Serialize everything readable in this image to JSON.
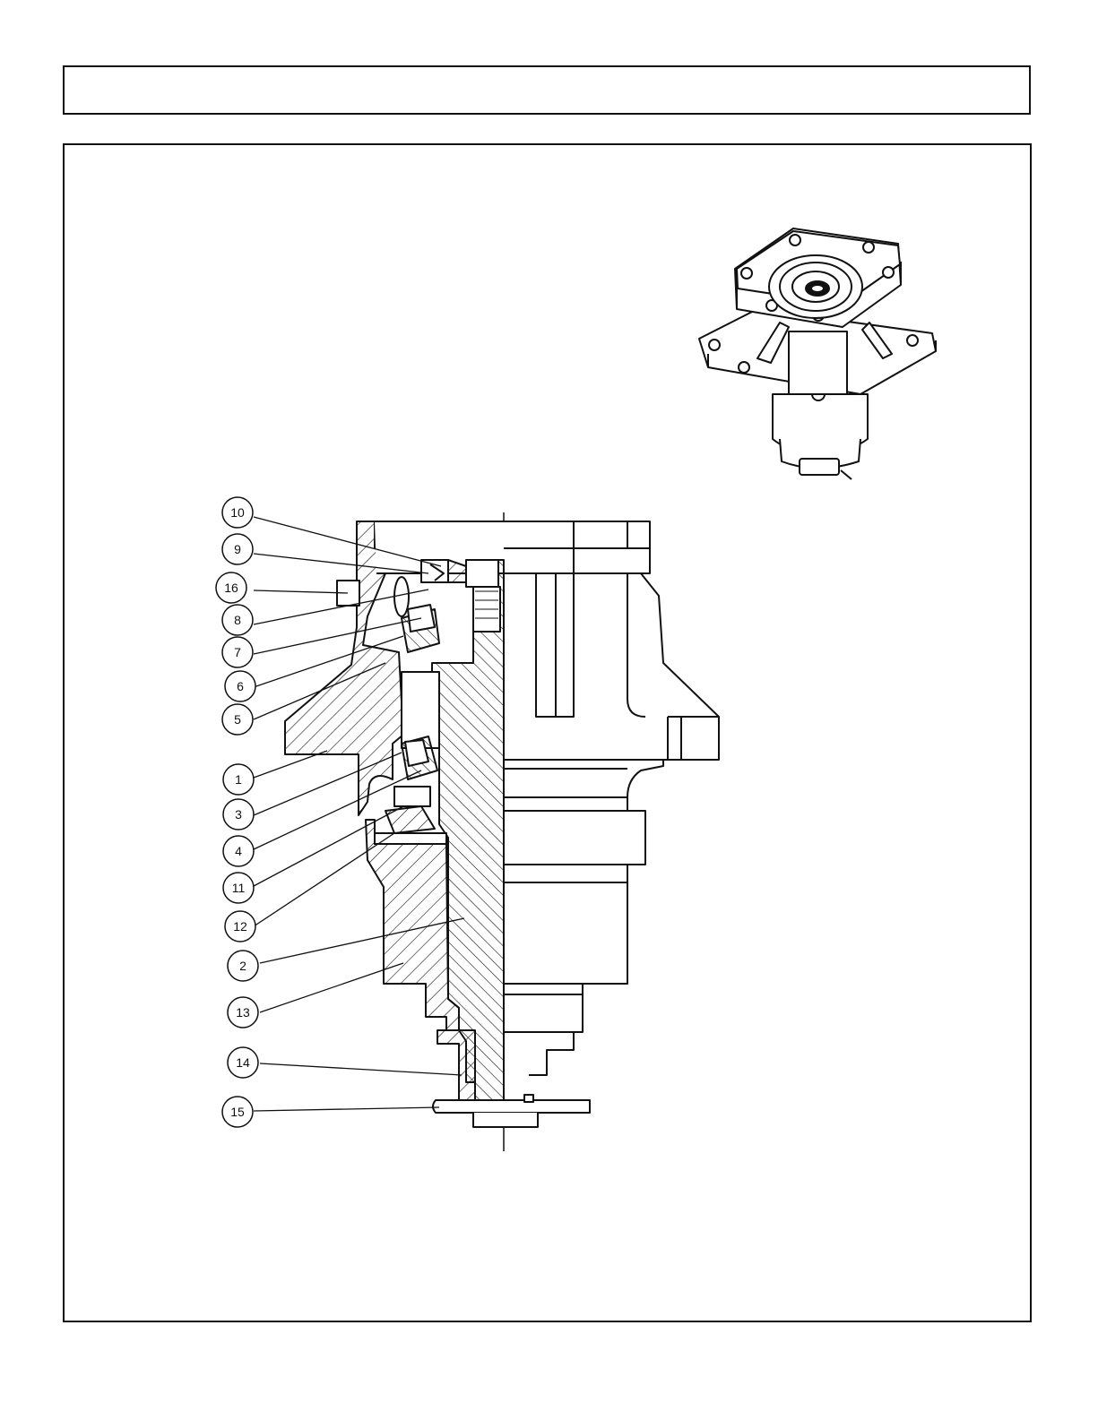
{
  "header": {
    "text": ""
  },
  "figure": {
    "callouts": [
      {
        "id": "c10",
        "label": "10"
      },
      {
        "id": "c9",
        "label": "9"
      },
      {
        "id": "c16",
        "label": "16"
      },
      {
        "id": "c8",
        "label": "8"
      },
      {
        "id": "c7",
        "label": "7"
      },
      {
        "id": "c6",
        "label": "6"
      },
      {
        "id": "c5",
        "label": "5"
      },
      {
        "id": "c1",
        "label": "1"
      },
      {
        "id": "c3",
        "label": "3"
      },
      {
        "id": "c4",
        "label": "4"
      },
      {
        "id": "c11",
        "label": "11"
      },
      {
        "id": "c12",
        "label": "12"
      },
      {
        "id": "c2",
        "label": "2"
      },
      {
        "id": "c13",
        "label": "13"
      },
      {
        "id": "c14",
        "label": "14"
      },
      {
        "id": "c15",
        "label": "15"
      }
    ]
  }
}
